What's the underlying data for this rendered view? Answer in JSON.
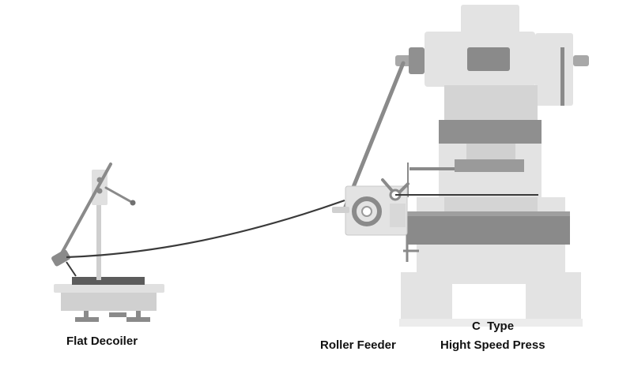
{
  "labels": {
    "decoiler": "Flat Decoiler",
    "feeder": "Roller Feeder",
    "press_line1": "C  Type",
    "press_line2": "Hight Speed Press"
  },
  "colors": {
    "machine_light": "#e3e3e3",
    "machine_mid": "#cdcdcd",
    "machine_dark": "#8a8a8a",
    "strip": "#3a3a3a",
    "label_text": "#111111"
  }
}
